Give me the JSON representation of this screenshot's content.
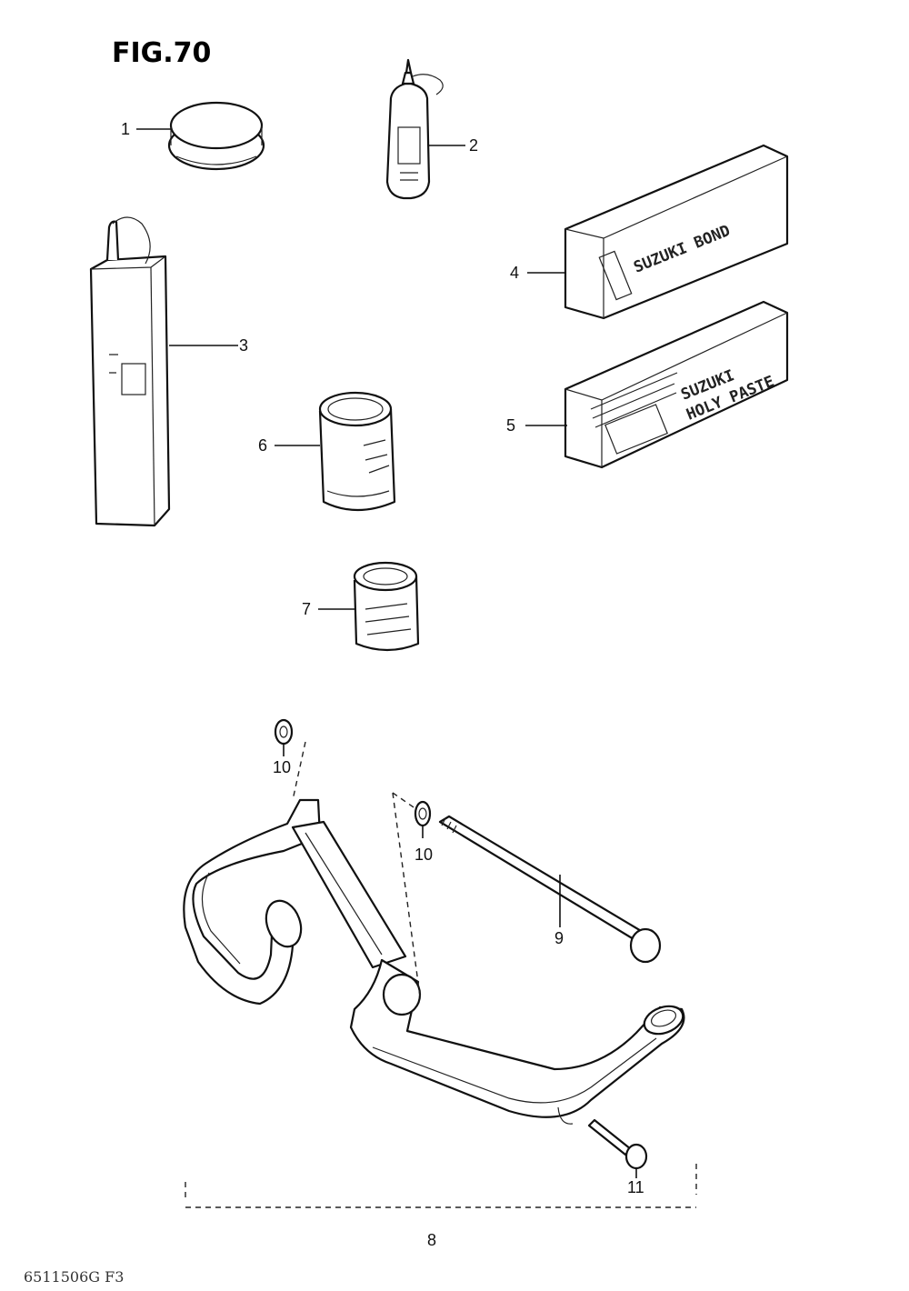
{
  "figure": {
    "title": "FIG.70"
  },
  "callouts": {
    "c1": "1",
    "c2": "2",
    "c3": "3",
    "c4": "4",
    "c5": "5",
    "c6": "6",
    "c7": "7",
    "c8": "8",
    "c9": "9",
    "c10a": "10",
    "c10b": "10",
    "c11": "11"
  },
  "box4": {
    "text": "SUZUKI BOND"
  },
  "box5": {
    "line1": "SUZUKI",
    "line2": "HOLY PASTE"
  },
  "footer": {
    "code": "6511506G F3"
  }
}
